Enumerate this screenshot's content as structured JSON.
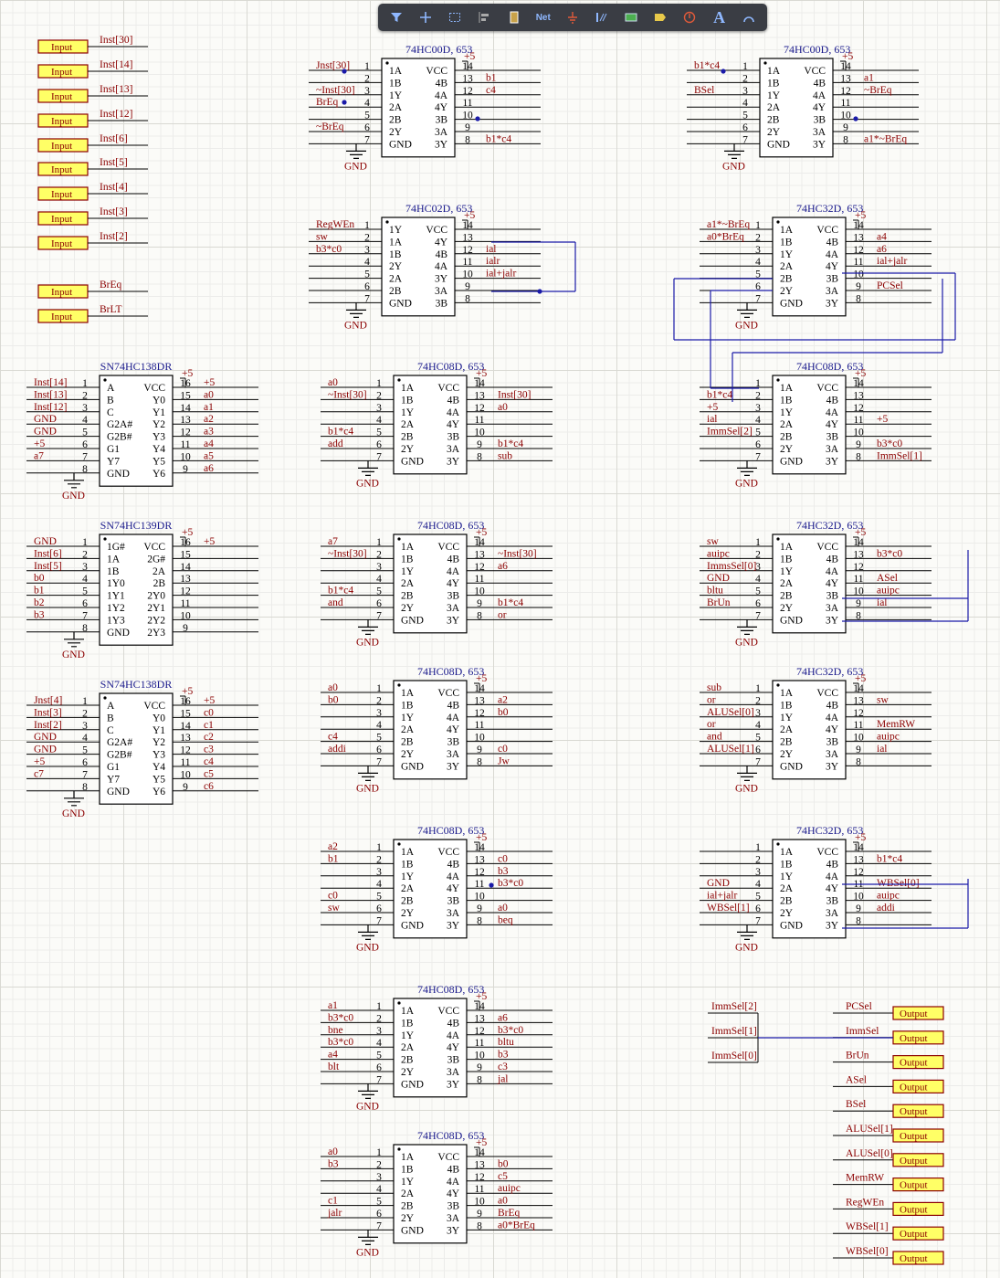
{
  "toolbar": [
    {
      "name": "filter-icon",
      "label": "",
      "glyph": "filter"
    },
    {
      "name": "plus-icon",
      "label": "",
      "glyph": "plus"
    },
    {
      "name": "select-rect-icon",
      "label": "",
      "glyph": "rect"
    },
    {
      "name": "align-icon",
      "label": "",
      "glyph": "align"
    },
    {
      "name": "component-icon",
      "label": "",
      "glyph": "component"
    },
    {
      "name": "net-label-icon",
      "label": "Net",
      "glyph": "text"
    },
    {
      "name": "ground-icon",
      "label": "",
      "glyph": "ground"
    },
    {
      "name": "bus-icon",
      "label": "",
      "glyph": "bus"
    },
    {
      "name": "sheet-icon",
      "label": "",
      "glyph": "sheet"
    },
    {
      "name": "port-icon",
      "label": "",
      "glyph": "port"
    },
    {
      "name": "no-erc-icon",
      "label": "",
      "glyph": "noerc"
    },
    {
      "name": "text-icon",
      "label": "A",
      "glyph": "text"
    },
    {
      "name": "arc-icon",
      "label": "",
      "glyph": "arc"
    }
  ],
  "colors": {
    "wire": "#1a1aa8",
    "net": "#8b0000",
    "port_fill": "#ffff66",
    "toolbar": "#3a3d44"
  },
  "input_ports": [
    {
      "label": "Input",
      "net": "Inst[30]"
    },
    {
      "label": "Input",
      "net": "Inst[14]"
    },
    {
      "label": "Input",
      "net": "Inst[13]"
    },
    {
      "label": "Input",
      "net": "Inst[12]"
    },
    {
      "label": "Input",
      "net": "Inst[6]"
    },
    {
      "label": "Input",
      "net": "Inst[5]"
    },
    {
      "label": "Input",
      "net": "Inst[4]"
    },
    {
      "label": "Input",
      "net": "Inst[3]"
    },
    {
      "label": "Input",
      "net": "Inst[2]"
    },
    {
      "label": "Input",
      "net": "BrEq"
    },
    {
      "label": "Input",
      "net": "BrLT"
    }
  ],
  "output_ports": [
    {
      "label": "Output",
      "net": "PCSel"
    },
    {
      "label": "Output",
      "net": "ImmSel"
    },
    {
      "label": "Output",
      "net": "BrUn"
    },
    {
      "label": "Output",
      "net": "ASel"
    },
    {
      "label": "Output",
      "net": "BSel"
    },
    {
      "label": "Output",
      "net": "ALUSel[1]"
    },
    {
      "label": "Output",
      "net": "ALUSel[0]"
    },
    {
      "label": "Output",
      "net": "MemRW"
    },
    {
      "label": "Output",
      "net": "RegWEn"
    },
    {
      "label": "Output",
      "net": "WBSel[1]"
    },
    {
      "label": "Output",
      "net": "WBSel[0]"
    }
  ],
  "immsel_nets": [
    "ImmSel[2]",
    "ImmSel[1]",
    "ImmSel[0]"
  ],
  "power": {
    "vcc": "+5",
    "gnd": "GND"
  },
  "chips": [
    {
      "id": "u-00-a",
      "title": "74HC00D, 653",
      "ln": [
        "1A",
        "1B",
        "1Y",
        "2A",
        "2B",
        "2Y",
        "GND"
      ],
      "rn": [
        "VCC",
        "4B",
        "4A",
        "4Y",
        "3B",
        "3A",
        "3Y"
      ],
      "lnet": [
        "Jnst[30]",
        "",
        "~Inst[30]",
        "BrEq",
        "",
        "~BrEq",
        ""
      ],
      "rnet": [
        "",
        "b1",
        "c4",
        "",
        "",
        "",
        "b1*c4"
      ]
    },
    {
      "id": "u-00-b",
      "title": "74HC00D, 653",
      "ln": [
        "1A",
        "1B",
        "1Y",
        "2A",
        "2B",
        "2Y",
        "GND"
      ],
      "rn": [
        "VCC",
        "4B",
        "4A",
        "4Y",
        "3B",
        "3A",
        "3Y"
      ],
      "lnet": [
        "b1*c4",
        "",
        "BSel",
        "",
        "",
        "",
        ""
      ],
      "rnet": [
        "",
        "a1",
        "~BrEq",
        "",
        "",
        "",
        "a1*~BrEq"
      ]
    },
    {
      "id": "u-02",
      "title": "74HC02D, 653",
      "ln": [
        "1Y",
        "1A",
        "1B",
        "2Y",
        "2A",
        "2B",
        "GND"
      ],
      "rn": [
        "VCC",
        "4Y",
        "4B",
        "4A",
        "3Y",
        "3A",
        "3B"
      ],
      "lnet": [
        "RegWEn",
        "sw",
        "b3*c0",
        "",
        "",
        "",
        ""
      ],
      "rnet": [
        "",
        "",
        "ial",
        "ialr",
        "ial+jalr",
        "",
        ""
      ]
    },
    {
      "id": "u-32-a",
      "title": "74HC32D, 653",
      "ln": [
        "1A",
        "1B",
        "1Y",
        "2A",
        "2B",
        "2Y",
        "GND"
      ],
      "rn": [
        "VCC",
        "4B",
        "4A",
        "4Y",
        "3B",
        "3A",
        "3Y"
      ],
      "lnet": [
        "a1*~BrEq",
        "a0*BrEq",
        "",
        "",
        "",
        "",
        ""
      ],
      "rnet": [
        "",
        "a4",
        "a6",
        "ial+jalr",
        "",
        "PCSel",
        ""
      ]
    },
    {
      "id": "u-138-a",
      "title": "SN74HC138DR",
      "ln": [
        "A",
        "B",
        "C",
        "G2A#",
        "G2B#",
        "G1",
        "Y7",
        "GND"
      ],
      "rn": [
        "VCC",
        "Y0",
        "Y1",
        "Y2",
        "Y3",
        "Y4",
        "Y5",
        "Y6"
      ],
      "lnet": [
        "Inst[14]",
        "Inst[13]",
        "Inst[12]",
        "GND",
        "GND",
        "+5",
        "a7",
        ""
      ],
      "rnet": [
        "+5",
        "a0",
        "a1",
        "a2",
        "a3",
        "a4",
        "a5",
        "a6"
      ]
    },
    {
      "id": "u-08-a",
      "title": "74HC08D, 653",
      "ln": [
        "1A",
        "1B",
        "1Y",
        "2A",
        "2B",
        "2Y",
        "GND"
      ],
      "rn": [
        "VCC",
        "4B",
        "4A",
        "4Y",
        "3B",
        "3A",
        "3Y"
      ],
      "lnet": [
        "a0",
        "~Inst[30]",
        "",
        "",
        "b1*c4",
        "add",
        ""
      ],
      "rnet": [
        "",
        "Inst[30]",
        "a0",
        "",
        "",
        "b1*c4",
        "sub"
      ]
    },
    {
      "id": "u-08-b",
      "title": "74HC08D, 653",
      "ln": [
        "1A",
        "1B",
        "1Y",
        "2A",
        "2B",
        "2Y",
        "GND"
      ],
      "rn": [
        "VCC",
        "4B",
        "4A",
        "4Y",
        "3B",
        "3A",
        "3Y"
      ],
      "lnet": [
        "",
        "b1*c4",
        "+5",
        "ial",
        "ImmSel[2]",
        "",
        ""
      ],
      "rnet": [
        "",
        "",
        "",
        "+5",
        "",
        "b3*c0",
        "ImmSel[1]"
      ]
    },
    {
      "id": "u-139",
      "title": "SN74HC139DR",
      "ln": [
        "1G#",
        "1A",
        "1B",
        "1Y0",
        "1Y1",
        "1Y2",
        "1Y3",
        "GND"
      ],
      "rn": [
        "VCC",
        "2G#",
        "2A",
        "2B",
        "2Y0",
        "2Y1",
        "2Y2",
        "2Y3"
      ],
      "lnet": [
        "GND",
        "Inst[6]",
        "Inst[5]",
        "b0",
        "b1",
        "b2",
        "b3",
        ""
      ],
      "rnet": [
        "+5",
        "",
        "",
        "",
        "",
        "",
        "",
        ""
      ]
    },
    {
      "id": "u-08-c",
      "title": "74HC08D, 653",
      "ln": [
        "1A",
        "1B",
        "1Y",
        "2A",
        "2B",
        "2Y",
        "GND"
      ],
      "rn": [
        "VCC",
        "4B",
        "4A",
        "4Y",
        "3B",
        "3A",
        "3Y"
      ],
      "lnet": [
        "a7",
        "~Inst[30]",
        "",
        "",
        "b1*c4",
        "and",
        ""
      ],
      "rnet": [
        "",
        "~Inst[30]",
        "a6",
        "",
        "",
        "b1*c4",
        "or"
      ]
    },
    {
      "id": "u-32-b",
      "title": "74HC32D, 653",
      "ln": [
        "1A",
        "1B",
        "1Y",
        "2A",
        "2B",
        "2Y",
        "GND"
      ],
      "rn": [
        "VCC",
        "4B",
        "4A",
        "4Y",
        "3B",
        "3A",
        "3Y"
      ],
      "lnet": [
        "sw",
        "auipc",
        "ImmsSel[0]",
        "GND",
        "bltu",
        "BrUn",
        ""
      ],
      "rnet": [
        "",
        "b3*c0",
        "",
        "ASel",
        "auipc",
        "ial",
        ""
      ]
    },
    {
      "id": "u-138-b",
      "title": "SN74HC138DR",
      "ln": [
        "A",
        "B",
        "C",
        "G2A#",
        "G2B#",
        "G1",
        "Y7",
        "GND"
      ],
      "rn": [
        "VCC",
        "Y0",
        "Y1",
        "Y2",
        "Y3",
        "Y4",
        "Y5",
        "Y6"
      ],
      "lnet": [
        "Jnst[4]",
        "Inst[3]",
        "Inst[2]",
        "GND",
        "GND",
        "+5",
        "c7",
        ""
      ],
      "rnet": [
        "+5",
        "c0",
        "c1",
        "c2",
        "c3",
        "c4",
        "c5",
        "c6"
      ]
    },
    {
      "id": "u-08-d",
      "title": "74HC08D, 653",
      "ln": [
        "1A",
        "1B",
        "1Y",
        "2A",
        "2B",
        "2Y",
        "GND"
      ],
      "rn": [
        "VCC",
        "4B",
        "4A",
        "4Y",
        "3B",
        "3A",
        "3Y"
      ],
      "lnet": [
        "a0",
        "b0",
        "",
        "",
        "c4",
        "addi",
        ""
      ],
      "rnet": [
        "",
        "a2",
        "b0",
        "",
        "",
        "c0",
        "Jw"
      ]
    },
    {
      "id": "u-32-c",
      "title": "74HC32D, 653",
      "ln": [
        "1A",
        "1B",
        "1Y",
        "2A",
        "2B",
        "2Y",
        "GND"
      ],
      "rn": [
        "VCC",
        "4B",
        "4A",
        "4Y",
        "3B",
        "3A",
        "3Y"
      ],
      "lnet": [
        "sub",
        "or",
        "ALUSel[0]",
        "or",
        "and",
        "ALUSel[1]",
        ""
      ],
      "rnet": [
        "",
        "sw",
        "",
        "MemRW",
        "auipc",
        "ial",
        ""
      ]
    },
    {
      "id": "u-08-e",
      "title": "74HC08D, 653",
      "ln": [
        "1A",
        "1B",
        "1Y",
        "2A",
        "2B",
        "2Y",
        "GND"
      ],
      "rn": [
        "VCC",
        "4B",
        "4A",
        "4Y",
        "3B",
        "3A",
        "3Y"
      ],
      "lnet": [
        "a2",
        "b1",
        "",
        "",
        "c0",
        "sw",
        ""
      ],
      "rnet": [
        "",
        "c0",
        "b3",
        "b3*c0",
        "",
        "a0",
        "beq"
      ]
    },
    {
      "id": "u-32-d",
      "title": "74HC32D, 653",
      "ln": [
        "1A",
        "1B",
        "1Y",
        "2A",
        "2B",
        "2Y",
        "GND"
      ],
      "rn": [
        "VCC",
        "4B",
        "4A",
        "4Y",
        "3B",
        "3A",
        "3Y"
      ],
      "lnet": [
        "",
        "",
        "",
        "GND",
        "ial+jalr",
        "WBSel[1]",
        ""
      ],
      "rnet": [
        "",
        "b1*c4",
        "",
        "WBSel[0]",
        "auipc",
        "addi",
        ""
      ]
    },
    {
      "id": "u-08-f",
      "title": "74HC08D, 653",
      "ln": [
        "1A",
        "1B",
        "1Y",
        "2A",
        "2B",
        "2Y",
        "GND"
      ],
      "rn": [
        "VCC",
        "4B",
        "4A",
        "4Y",
        "3B",
        "3A",
        "3Y"
      ],
      "lnet": [
        "a1",
        "b3*c0",
        "bne",
        "b3*c0",
        "a4",
        "blt",
        ""
      ],
      "rnet": [
        "",
        "a6",
        "b3*c0",
        "bltu",
        "b3",
        "c3",
        "jal"
      ]
    },
    {
      "id": "u-08-g",
      "title": "74HC08D, 653",
      "ln": [
        "1A",
        "1B",
        "1Y",
        "2A",
        "2B",
        "2Y",
        "GND"
      ],
      "rn": [
        "VCC",
        "4B",
        "4A",
        "4Y",
        "3B",
        "3A",
        "3Y"
      ],
      "lnet": [
        "a0",
        "b3",
        "",
        "",
        "c1",
        "jalr",
        ""
      ],
      "rnet": [
        "",
        "b0",
        "c5",
        "auipc",
        "a0",
        "BrEq",
        "a0*BrEq"
      ]
    }
  ]
}
